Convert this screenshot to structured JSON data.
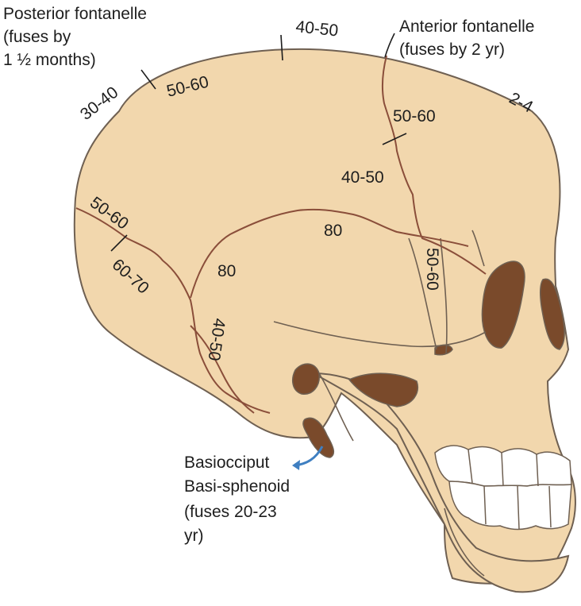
{
  "colors": {
    "bone_fill": "#f2d7ad",
    "bone_outline": "#6f6052",
    "suture": "#8a4e3a",
    "cavity": "#7a4a2b",
    "teeth": "#ffffff",
    "arrow": "#3f7fc1",
    "text": "#1e1e1e"
  },
  "labels": {
    "posterior_fontanelle": [
      "Posterior fontanelle",
      "(fuses by",
      "1 ½ months)"
    ],
    "anterior_fontanelle": [
      "Anterior fontanelle",
      "(fuses by 2 yr)"
    ],
    "basiocciput": [
      "Basiocciput",
      "Basi-sphenoid",
      "(fuses 20-23",
      "yr)"
    ]
  },
  "suture_ages": {
    "top_lambda": "40-50",
    "parietal_upper": "50-60",
    "occipital_top": "30-40",
    "frontal_edge": "2-4",
    "coronal_upper": "50-60",
    "coronal_lower": "40-50",
    "lambdoid_upper": "50-60",
    "lambdoid_lower": "60-70",
    "squamous_top": "80",
    "squamous_left": "80",
    "sphenoparietal": "50-60",
    "occipitomastoid": "40-50"
  }
}
